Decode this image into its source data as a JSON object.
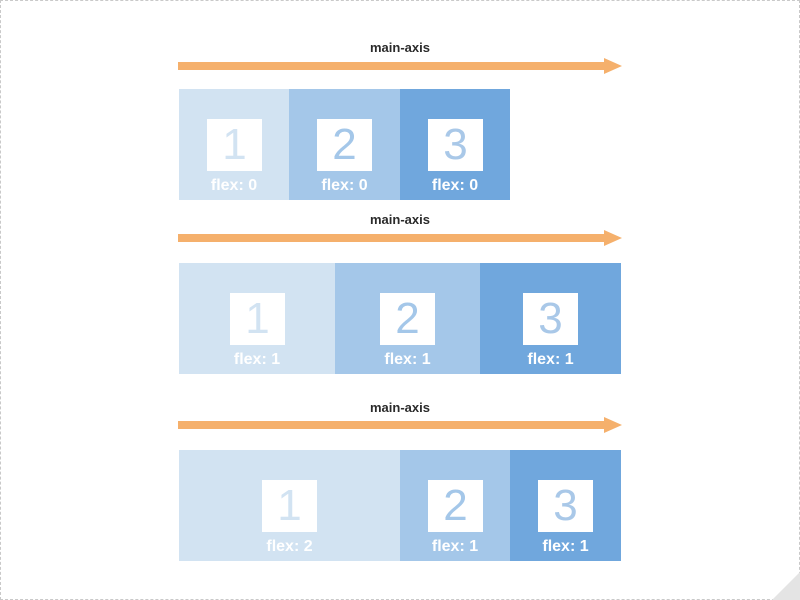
{
  "colors": {
    "arrow": "#f5b06c",
    "item1": "#d2e3f2",
    "item2": "#a4c7e9",
    "item3": "#70a7dd",
    "number": "#a9c8e8",
    "label": "#ffffff"
  },
  "diagrams": [
    {
      "axis_label": "main-axis",
      "items": [
        {
          "number": "1",
          "label": "flex: 0"
        },
        {
          "number": "2",
          "label": "flex: 0"
        },
        {
          "number": "3",
          "label": "flex: 0"
        }
      ]
    },
    {
      "axis_label": "main-axis",
      "items": [
        {
          "number": "1",
          "label": "flex: 1"
        },
        {
          "number": "2",
          "label": "flex: 1"
        },
        {
          "number": "3",
          "label": "flex: 1"
        }
      ]
    },
    {
      "axis_label": "main-axis",
      "items": [
        {
          "number": "1",
          "label": "flex: 2"
        },
        {
          "number": "2",
          "label": "flex: 1"
        },
        {
          "number": "3",
          "label": "flex: 1"
        }
      ]
    }
  ]
}
